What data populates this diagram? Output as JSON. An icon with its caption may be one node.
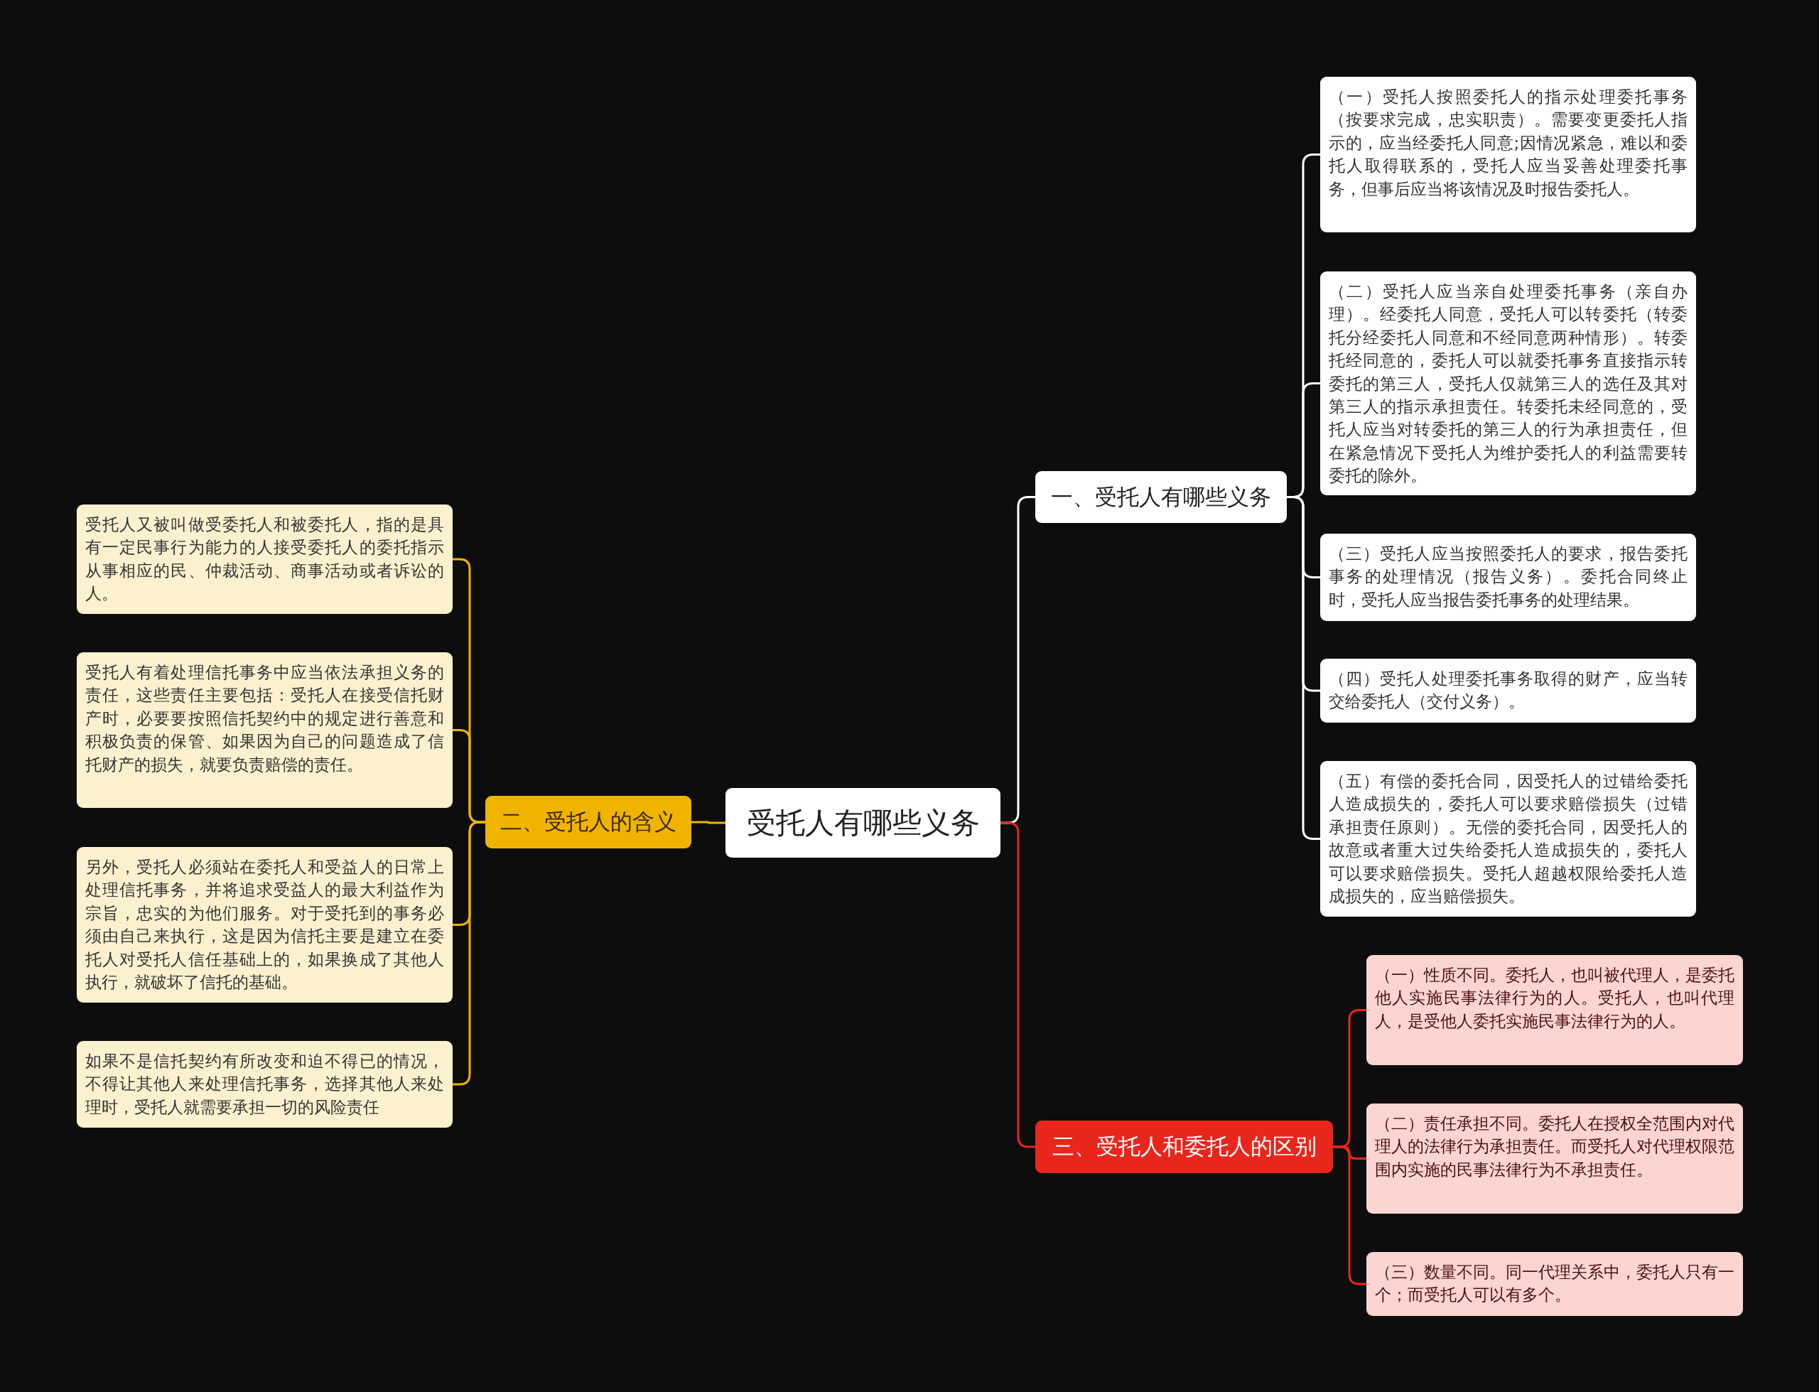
{
  "diagram": {
    "nodes": [
      {
        "text": [
          "受托人有哪些义务"
        ]
      },
      {
        "text": [
          "一、受托人有哪些义务"
        ]
      },
      {
        "text": [
          "（一）受托人按照委托人的指示处理委托事务（按要求完成，忠实职责）。需要变更委托人指示的，应当经委托人同意;因情况紧急，难以和委托人取得联系的，受托人应当妥善处理委托事务，但事后应当将该情况及时报告委托人。"
        ]
      },
      {
        "text": [
          "（二）受托人应当亲自处理委托事务（亲自办理）。经委托人同意，受托人可以转委托（转委托分经委托人同意和不经同意两种情形）。转委托经同意的，委托人可以就委托事务直接指示转委托的第三人，受托人仅就第三人的选任及其对第三人的指示承担责任。转委托未经同意的，受托人应当对转委托的第三人的行为承担责任，但在紧急情况下受托人为维护委托人的利益需要转委托的除外。"
        ]
      },
      {
        "text": [
          "（三）受托人应当按照委托人的要求，报告委托事务的处理情况（报告义务）。委托合同终止时，受托人应当报告委托事务的处理结果。"
        ]
      },
      {
        "text": [
          "（四）受托人处理委托事务取得的财产，应当转交给委托人（交付义务）。"
        ]
      },
      {
        "text": [
          "（五）有偿的委托合同，因受托人的过错给委托人造成损失的，委托人可以要求赔偿损失（过错承担责任原则）。无偿的委托合同，因受托人的故意或者重大过失给委托人造成损失的，委托人可以要求赔偿损失。受托人超越权限给委托人造成损失的，应当赔偿损失。"
        ]
      },
      {
        "text": [
          "二、受托人的含义"
        ]
      },
      {
        "text": [
          "受托人又被叫做受委托人和被委托人，指的是具有一定民事行为能力的人接受委托人的委托指示从事相应的民、仲裁活动、商事活动或者诉讼的人。"
        ]
      },
      {
        "text": [
          "受托人有着处理信托事务中应当依法承担义务的责任，这些责任主要包括：受托人在接受信托财产时，必要要按照信托契约中的规定进行善意和积极负责的保管、如果因为自己的问题造成了信托财产的损失，就要负责赔偿的责任。"
        ]
      },
      {
        "text": [
          "另外，受托人必须站在委托人和受益人的日常上处理信托事务，并将追求受益人的最大利益作为宗旨，忠实的为他们服务。对于受托到的事务必须由自己来执行，这是因为信托主要是建立在委托人对受托人信任基础上的，如果换成了其他人执行，就破坏了信托的基础。"
        ]
      },
      {
        "text": [
          "如果不是信托契约有所改变和迫不得已的情况，不得让其他人来处理信托事务，选择其他人来处理时，受托人就需要承担一切的风险责任"
        ]
      },
      {
        "text": [
          "三、受托人和委托人的区别"
        ]
      },
      {
        "text": [
          "（一）性质不同。委托人，也叫被代理人，是委托他人实施民事法律行为的人。受托人，也叫代理人，是受他人委托实施民事法律行为的人。"
        ]
      },
      {
        "text": [
          "（二）责任承担不同。委托人在授权全范围内对代理人的法律行为承担责任。而受托人对代理权限范围内实施的民事法律行为不承担责任。"
        ]
      },
      {
        "text": [
          "（三）数量不同。同一代理关系中，委托人只有一个；而受托人可以有多个。"
        ]
      }
    ],
    "edges": [
      {
        "from": 0,
        "to": 1,
        "arrow": "none"
      },
      {
        "from": 1,
        "to": 2,
        "arrow": "none"
      },
      {
        "from": 1,
        "to": 3,
        "arrow": "none"
      },
      {
        "from": 1,
        "to": 4,
        "arrow": "none"
      },
      {
        "from": 1,
        "to": 5,
        "arrow": "none"
      },
      {
        "from": 1,
        "to": 6,
        "arrow": "none"
      },
      {
        "from": 0,
        "to": 7,
        "arrow": "none",
        "color": "#f0b400"
      },
      {
        "from": 7,
        "to": 8,
        "arrow": "none",
        "color": "#f0b400"
      },
      {
        "from": 7,
        "to": 9,
        "arrow": "none",
        "color": "#f0b400"
      },
      {
        "from": 7,
        "to": 10,
        "arrow": "none",
        "color": "#f0b400"
      },
      {
        "from": 7,
        "to": 11,
        "arrow": "none",
        "color": "#f0b400"
      },
      {
        "from": 0,
        "to": 12,
        "arrow": "none",
        "color": "#e8261c"
      },
      {
        "from": 12,
        "to": 13,
        "arrow": "none",
        "color": "#e8261c"
      },
      {
        "from": 12,
        "to": 14,
        "arrow": "none",
        "color": "#e8261c"
      },
      {
        "from": 12,
        "to": 15,
        "arrow": "none",
        "color": "#e8261c"
      }
    ]
  }
}
